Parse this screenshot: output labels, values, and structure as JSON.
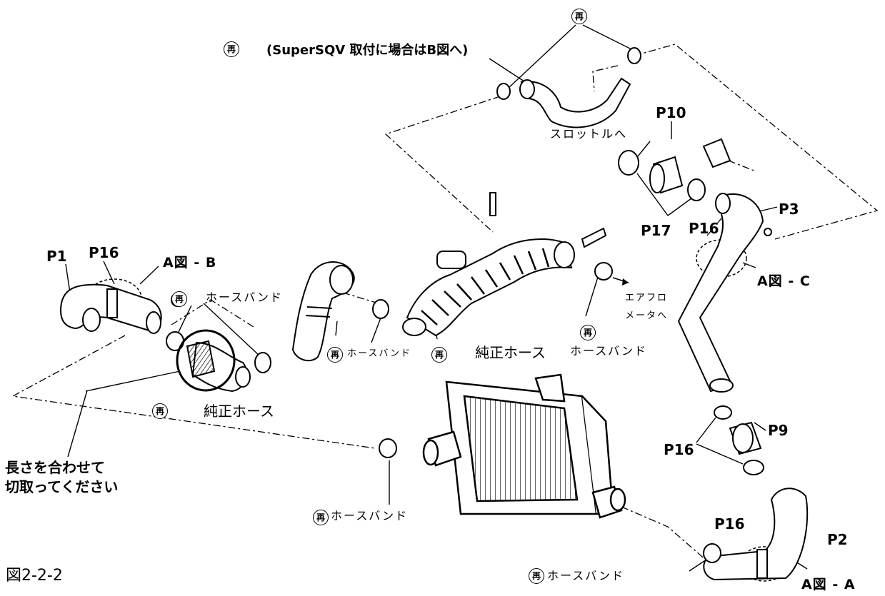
{
  "figure_label": "図2-2-2",
  "note_top": "(SuperSQV 取付に場合はB図へ)",
  "reuse_mark": "再",
  "to_throttle": "スロットルへ",
  "to_airflow_line1": "エアフロ",
  "to_airflow_line2": "メータへ",
  "hose_band": "ホースバンド",
  "oem_hose": "純正ホース",
  "cut_note_line1": "長さを合わせて",
  "cut_note_line2": "切取ってください",
  "refs": {
    "a": "A図 - A",
    "b": "A図 - B",
    "c": "A図 - C"
  },
  "parts": {
    "p1": "P1",
    "p2": "P2",
    "p3": "P3",
    "p9": "P9",
    "p10": "P10",
    "p16": "P16",
    "p17": "P17"
  }
}
